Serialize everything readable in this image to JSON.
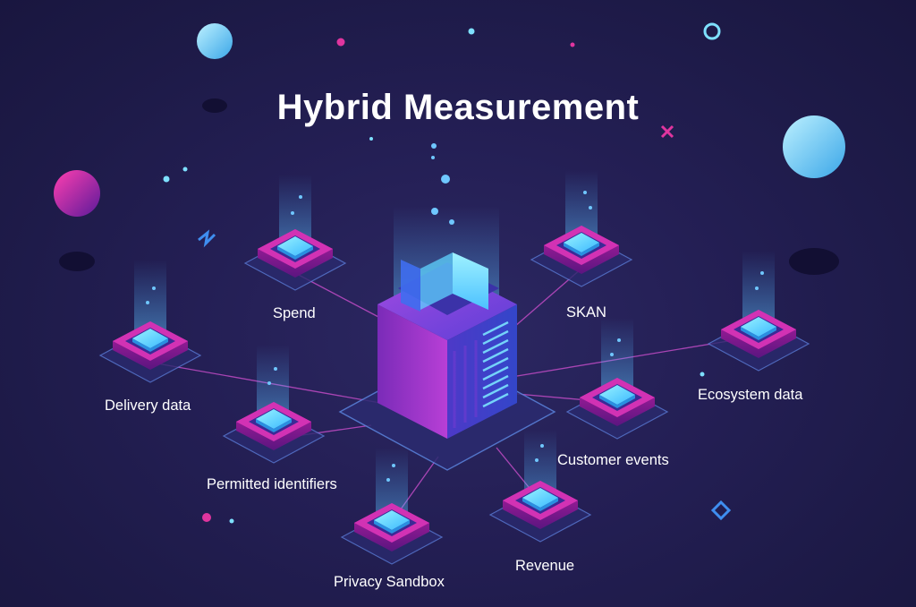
{
  "title": "Hybrid Measurement",
  "center_node": {
    "name": "central-server"
  },
  "nodes": [
    {
      "id": "spend",
      "label": "Spend"
    },
    {
      "id": "skan",
      "label": "SKAN"
    },
    {
      "id": "delivery-data",
      "label": "Delivery data"
    },
    {
      "id": "ecosystem-data",
      "label": "Ecosystem data"
    },
    {
      "id": "customer-events",
      "label": "Customer events"
    },
    {
      "id": "permitted-identifiers",
      "label": "Permitted identifiers"
    },
    {
      "id": "privacy-sandbox",
      "label": "Privacy Sandbox"
    },
    {
      "id": "revenue",
      "label": "Revenue"
    }
  ],
  "colors": {
    "background": "#221e50",
    "chip_magenta": "#c22aa8",
    "chip_core": "#6fe6ff",
    "connector": "#c84bc9",
    "server_blue": "#3a4cd6"
  }
}
